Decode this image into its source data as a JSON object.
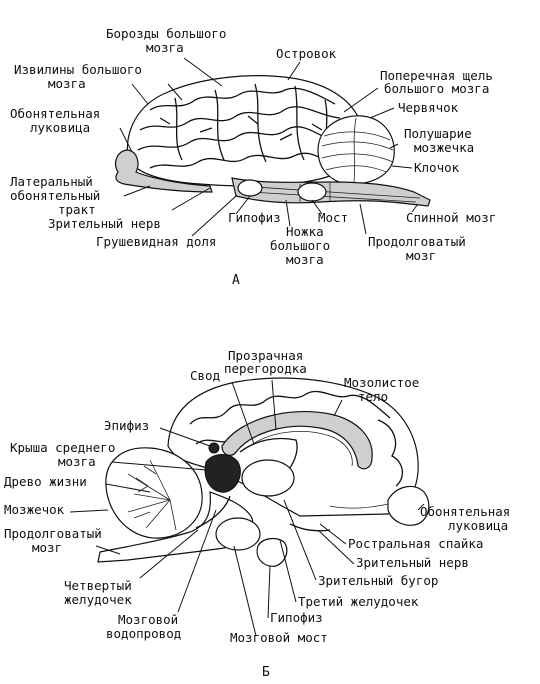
{
  "figure_a": {
    "panel_label": "А",
    "labels": {
      "sulci": [
        "Борозды большого",
        "мозга"
      ],
      "insula": "Островок",
      "gyri": [
        "Извилины большого",
        "мозга"
      ],
      "transverse_fissure": [
        "Поперечная щель",
        "большого мозга"
      ],
      "olfactory_bulb": [
        "Обонятельная",
        "луковица"
      ],
      "vermis": "Червячок",
      "cerebellar_hemisphere": [
        "Полушарие",
        "мозжечка"
      ],
      "flocculus": "Клочок",
      "lateral_olfactory_tract": [
        "Латеральный",
        "обонятельный",
        "тракт"
      ],
      "optic_nerve": "Зрительный нерв",
      "piriform_lobe": "Грушевидная доля",
      "hypophysis": "Гипофиз",
      "pons": "Мост",
      "spinal_cord": "Спинной мозг",
      "cerebral_peduncle": [
        "Ножка",
        "большого",
        "мозга"
      ],
      "medulla": [
        "Продолговатый",
        "мозг"
      ]
    }
  },
  "figure_b": {
    "panel_label": "Б",
    "labels": {
      "septum_pellucidum": [
        "Прозрачная",
        "перегородка"
      ],
      "fornix": "Свод",
      "corpus_callosum": [
        "Мозолистое",
        "тело"
      ],
      "epiphysis": "Эпифиз",
      "tectum": [
        "Крыша среднего",
        "мозга"
      ],
      "arbor_vitae": "Древо жизни",
      "cerebellum": "Мозжечок",
      "olfactory_bulb": [
        "Обонятельная",
        "луковица"
      ],
      "medulla": [
        "Продолговатый",
        "мозг"
      ],
      "rostral_commissure": "Ростральная спайка",
      "optic_nerve": "Зрительный нерв",
      "thalamus": "Зрительный бугор",
      "fourth_ventricle": [
        "Четвертый",
        "желудочек"
      ],
      "third_ventricle": "Третий желудочек",
      "aqueduct": [
        "Мозговой",
        "водопровод"
      ],
      "hypophysis": "Гипофиз",
      "pons": "Мозговой мост"
    }
  }
}
